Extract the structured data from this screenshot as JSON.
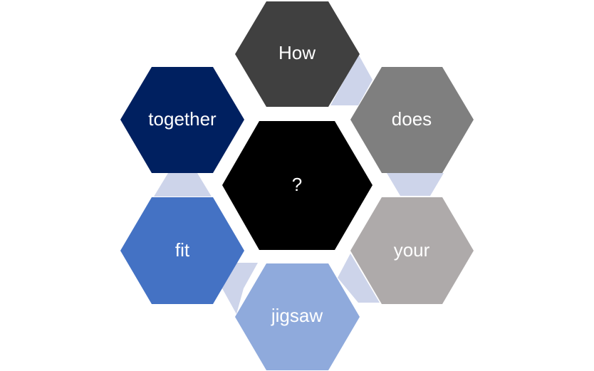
{
  "diagram": {
    "center": {
      "label": "?",
      "fill": "#000000",
      "text_color": "#ffffff"
    },
    "hexagons": [
      {
        "id": "how",
        "label": "How",
        "fill": "#404040",
        "text_color": "#ffffff"
      },
      {
        "id": "does",
        "label": "does",
        "fill": "#7f7f7f",
        "text_color": "#ffffff"
      },
      {
        "id": "your",
        "label": "your",
        "fill": "#aeaaaa",
        "text_color": "#ffffff"
      },
      {
        "id": "jigsaw",
        "label": "jigsaw",
        "fill": "#8faadc",
        "text_color": "#ffffff"
      },
      {
        "id": "fit",
        "label": "fit",
        "fill": "#4472c4",
        "text_color": "#ffffff"
      },
      {
        "id": "together",
        "label": "together",
        "fill": "#002060",
        "text_color": "#ffffff"
      }
    ],
    "connector_color": "#cdd4ea"
  }
}
